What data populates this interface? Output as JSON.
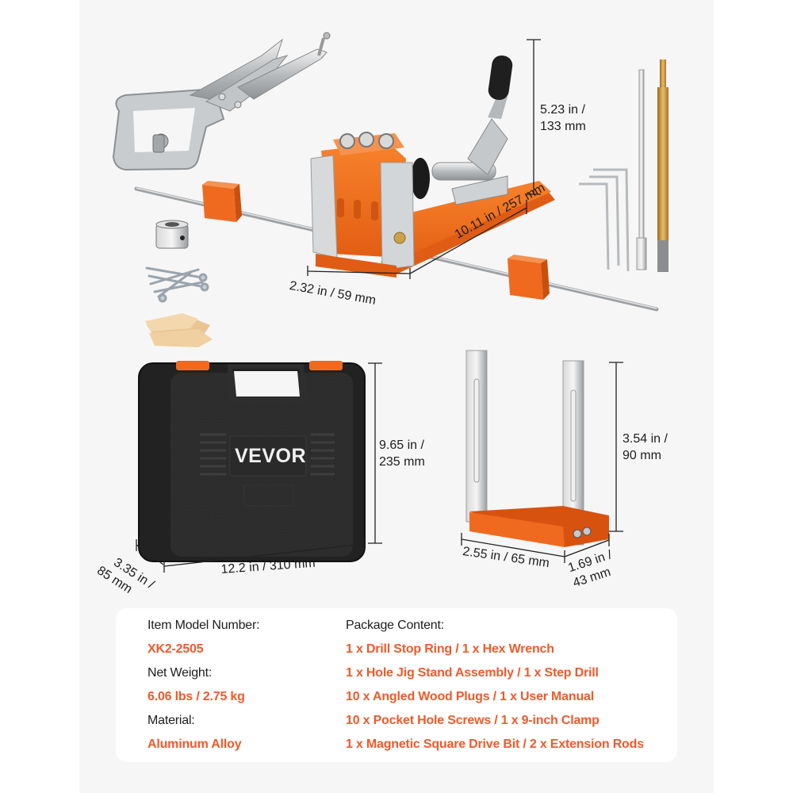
{
  "brand": {
    "logo_text": "VEVOR",
    "accent_color": "#ef5a2b",
    "case_color": "#262626",
    "jig_color": "#ef6a1f",
    "background_color": "#f6f6f6"
  },
  "dimensions": {
    "jig_height": {
      "line1": "5.23 in /",
      "line2": "133 mm"
    },
    "jig_length": "10.11 in / 257 mm",
    "jig_width": "2.32 in / 59 mm",
    "case_height": {
      "line1": "9.65 in /",
      "line2": "235 mm"
    },
    "case_length": "12.2 in / 310 mm",
    "case_depth": {
      "line1": "3.35 in /",
      "line2": "85 mm"
    },
    "stand_height": {
      "line1": "3.54 in /",
      "line2": "90 mm"
    },
    "stand_width": "2.55 in / 65 mm",
    "stand_depth": {
      "line1": "1.69 in /",
      "line2": "43 mm"
    }
  },
  "product_images": [
    {
      "name": "9-inch C clamp"
    },
    {
      "name": "pocket hole jig"
    },
    {
      "name": "extension rods with stop blocks"
    },
    {
      "name": "drill stop ring"
    },
    {
      "name": "pocket hole screws"
    },
    {
      "name": "angled wood plugs"
    },
    {
      "name": "hex wrenches"
    },
    {
      "name": "magnetic square drive bit"
    },
    {
      "name": "step drill"
    },
    {
      "name": "carrying case"
    },
    {
      "name": "hole jig stand"
    }
  ],
  "specs": {
    "model_label": "Item Model Number:",
    "model_value": "XK2-2505",
    "weight_label": "Net Weight:",
    "weight_value": "6.06 lbs / 2.75 kg",
    "material_label": "Material:",
    "material_value": "Aluminum Alloy",
    "package_label": "Package Content:",
    "package_items": [
      "1 x Drill Stop Ring / 1 x Hex Wrench",
      "1 x Hole Jig Stand Assembly / 1 x Step Drill",
      "10 x Angled Wood Plugs / 1 x User Manual",
      "10 x Pocket Hole Screws / 1 x 9-inch Clamp",
      "1 x Magnetic Square Drive Bit / 2 x Extension Rods"
    ]
  }
}
